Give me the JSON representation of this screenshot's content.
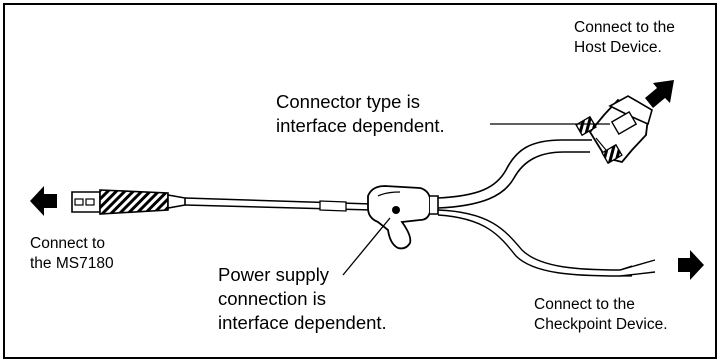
{
  "labels": {
    "host": [
      "Connect to the",
      "Host Device."
    ],
    "connector": [
      "Connector type is",
      "interface dependent."
    ],
    "ms": [
      "Connect to",
      "the MS7180"
    ],
    "power": [
      "Power supply",
      "connection is",
      "interface dependent."
    ],
    "checkpoint": [
      "Connect to the",
      "Checkpoint Device."
    ]
  }
}
